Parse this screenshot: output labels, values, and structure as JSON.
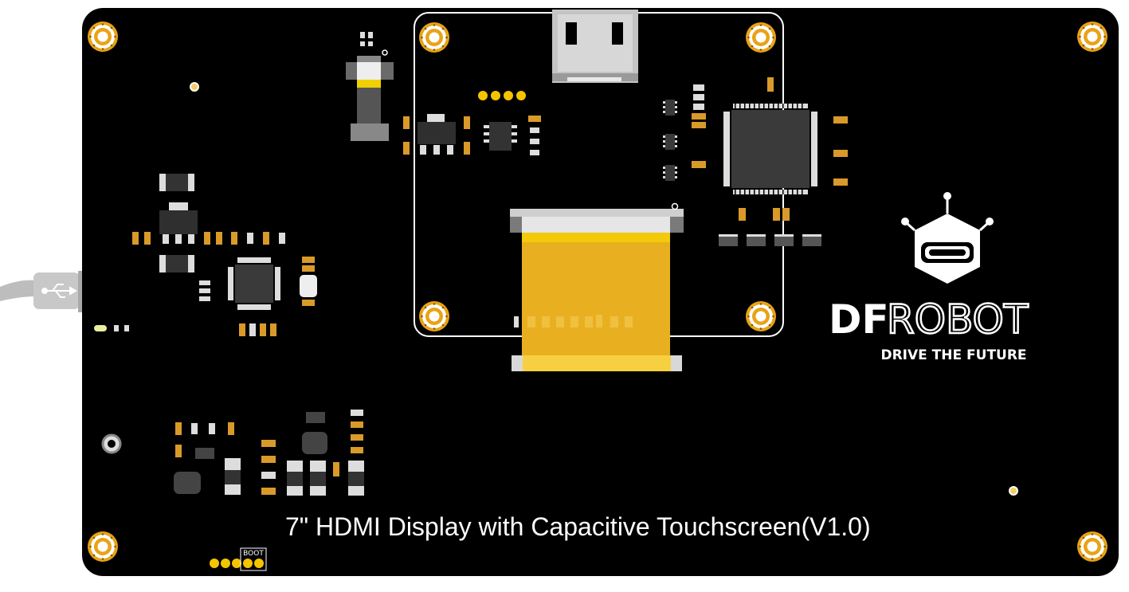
{
  "board": {
    "title": "7\" HDMI Display with Capacitive Touchscreen(V1.0)",
    "background_color": "#000000",
    "pad_color": "#e8a317",
    "ffc_color": "#e8b020"
  },
  "brand": {
    "logo_df": "DF",
    "logo_robot": "ROBOT",
    "tagline": "DRIVE THE FUTURE"
  },
  "labels": {
    "boot": "BOOT"
  },
  "icons": {
    "usb": "usb-icon",
    "robot_logo": "robot-head-icon"
  }
}
